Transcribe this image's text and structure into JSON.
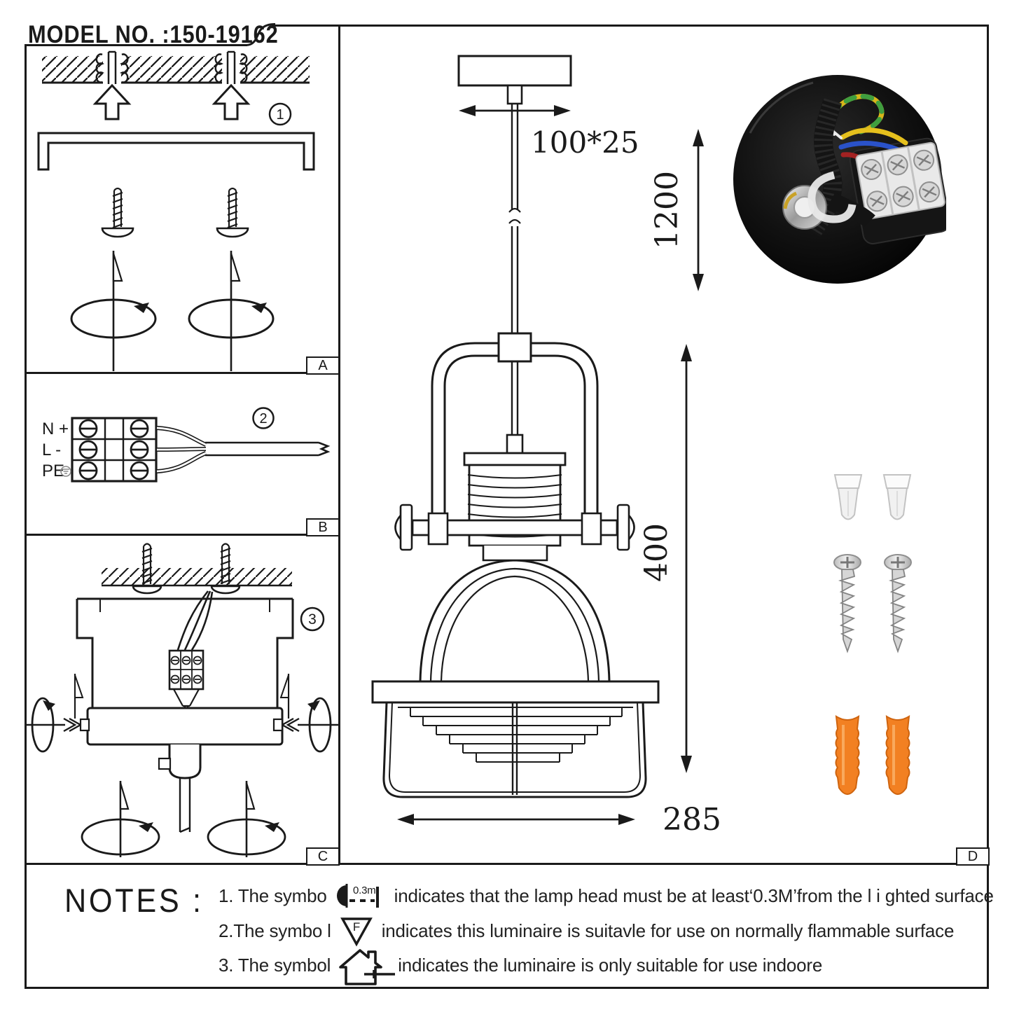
{
  "header": {
    "model_label": "MODEL NO. :150-19162"
  },
  "panel_tags": {
    "a": "A",
    "b": "B",
    "c": "C",
    "d": "D"
  },
  "steps": {
    "one": "1",
    "two": "2",
    "three": "3"
  },
  "wiring": {
    "neutral": "N +",
    "live": "L -",
    "earth": "PE"
  },
  "dimensions": {
    "canopy_plate": "100*25",
    "suspension_drop": "1200",
    "fixture_height": "400",
    "shade_width": "285"
  },
  "notes": {
    "title": "NOTES :",
    "item1": {
      "prefix": "1. The symbo",
      "distance_label": "0.3m",
      "suffix": "indicates that the lamp head must be at least‘0.3M’from the l i ghted surface"
    },
    "item2": {
      "prefix": "2.The symbo l",
      "symbol_letter": "F",
      "suffix": "indicates this luminaire is suitavle for use on normally flammable surface"
    },
    "item3": {
      "prefix": "3. The symbol",
      "suffix": "indicates the luminaire is only suitable for use indoore"
    }
  },
  "icons": {
    "min_distance": "0.3m-min-distance-icon",
    "flammable_surface": "f-triangle-icon",
    "indoor_use": "house-indoor-icon"
  },
  "colors": {
    "line": "#1a1a1a",
    "canopy_photo_black": "#0d0d0d",
    "wall_plug_orange": "#f28022",
    "screw_silver": "#d9d9d9",
    "wire_yellow": "#e5c01d",
    "wire_green": "#3f9e3f",
    "wire_blue": "#2a52c9",
    "wire_red": "#a32222"
  }
}
